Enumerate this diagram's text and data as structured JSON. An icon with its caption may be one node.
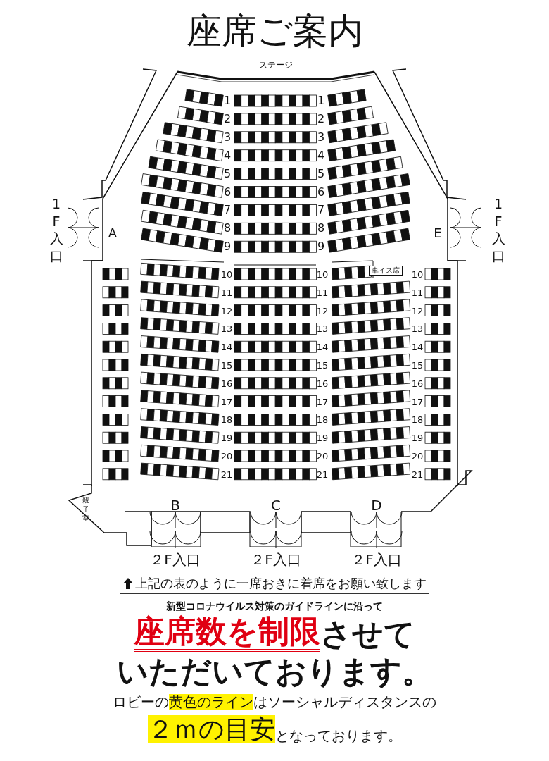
{
  "diagram": {
    "title": "座席ご案内",
    "labels": [
      "ステージ",
      "1",
      "1",
      "2",
      "2",
      "3",
      "3",
      "4",
      "4",
      "5",
      "5",
      "6",
      "6",
      "7",
      "7",
      "8",
      "8",
      "9",
      "9",
      "1F入口",
      "A",
      "E",
      "1F入口",
      "10",
      "10",
      "車イス席",
      "10",
      "11",
      "11",
      "11",
      "12",
      "12",
      "12",
      "13",
      "13",
      "13",
      "14",
      "14",
      "14",
      "15",
      "15",
      "15",
      "16",
      "16",
      "16",
      "17",
      "17",
      "17",
      "18",
      "18",
      "18",
      "19",
      "19",
      "19",
      "20",
      "20",
      "20",
      "21",
      "21",
      "21",
      "親子室",
      "B",
      "C",
      "D",
      "２F入口",
      "２F入口",
      "２F入口",
      "上記の表のように一席おきに着席をお願い致します",
      "新型コロナウイルス対策のガイドラインに沿って",
      "座席数を制限",
      "させて",
      "いただいております。",
      "ロビーの",
      "黄色のライン",
      "はソーシャルディスタンスの",
      "２ｍの目安",
      "となっております。"
    ]
  }
}
